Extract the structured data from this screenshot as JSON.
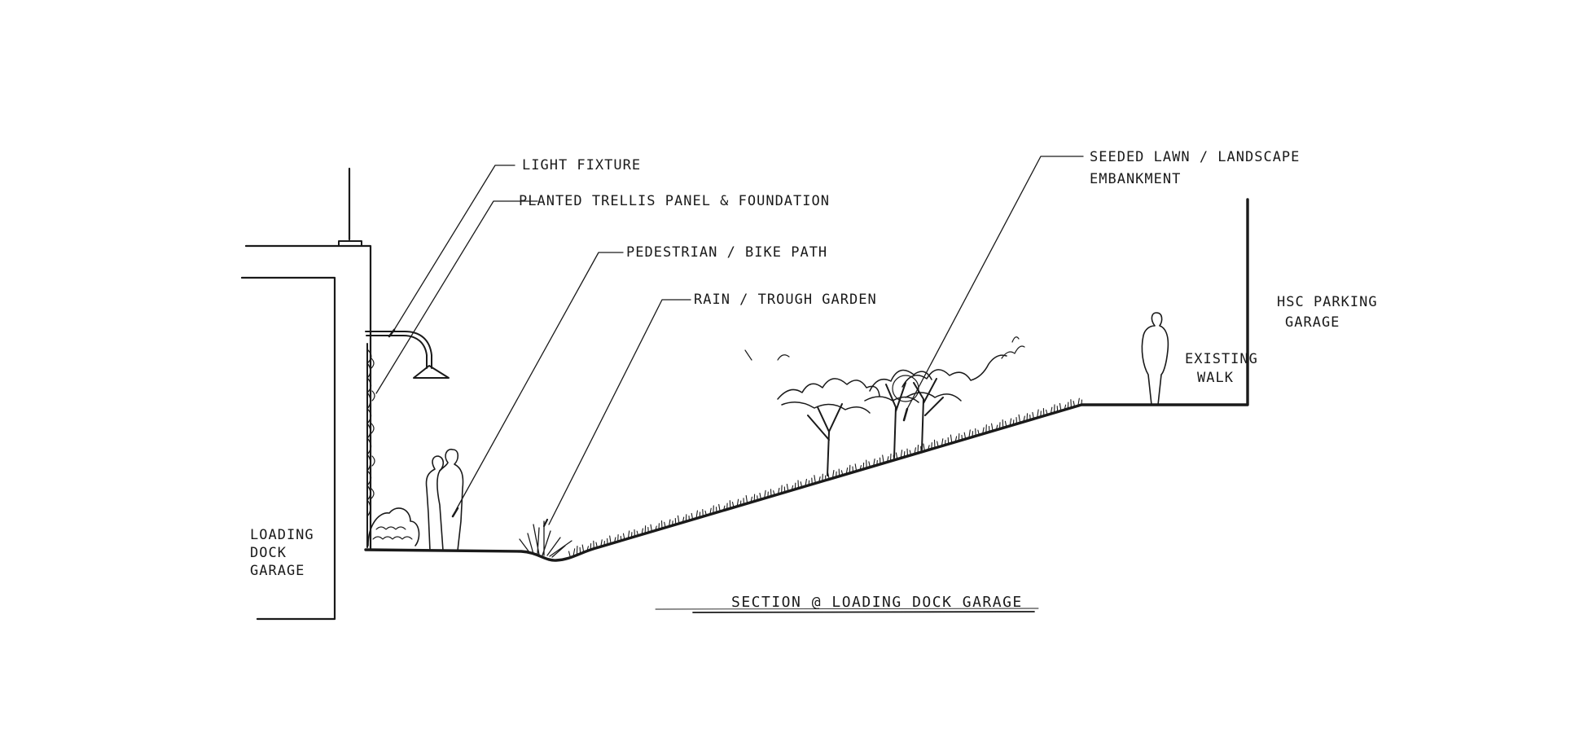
{
  "section_title": "SECTION @ LOADING DOCK GARAGE",
  "callouts": {
    "light_fixture": "LIGHT FIXTURE",
    "trellis": "PLANTED TRELLIS PANEL & FOUNDATION",
    "path": "PEDESTRIAN / BIKE PATH",
    "rain_garden": "RAIN / TROUGH GARDEN",
    "lawn_line1": "SEEDED LAWN / LANDSCAPE",
    "lawn_line2": "EMBANKMENT"
  },
  "buildings": {
    "loading_dock": [
      "LOADING",
      "DOCK",
      "GARAGE"
    ],
    "hsc_parking": [
      "HSC PARKING",
      "GARAGE"
    ]
  },
  "existing_walk": [
    "EXISTING",
    "WALK"
  ]
}
